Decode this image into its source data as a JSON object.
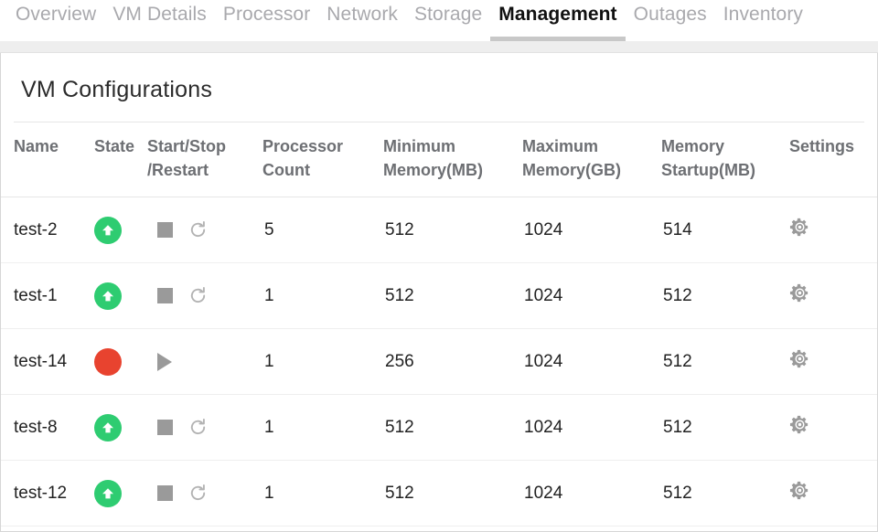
{
  "tabs": [
    {
      "label": "Overview",
      "active": false
    },
    {
      "label": "VM Details",
      "active": false
    },
    {
      "label": "Processor",
      "active": false
    },
    {
      "label": "Network",
      "active": false
    },
    {
      "label": "Storage",
      "active": false
    },
    {
      "label": "Management",
      "active": true
    },
    {
      "label": "Outages",
      "active": false
    },
    {
      "label": "Inventory",
      "active": false
    }
  ],
  "card": {
    "title": "VM Configurations"
  },
  "table": {
    "headers": {
      "name": "Name",
      "state": "State",
      "actions_line1": "Start/Stop",
      "actions_line2": "/Restart",
      "processor_line1": "Processor",
      "processor_line2": "Count",
      "min_memory_line1": "Minimum",
      "min_memory_line2": "Memory(MB)",
      "max_memory_line1": "Maximum",
      "max_memory_line2": "Memory(GB)",
      "startup_memory_line1": "Memory",
      "startup_memory_line2": "Startup(MB)",
      "settings": "Settings"
    },
    "rows": [
      {
        "name": "test-2",
        "state": "running",
        "state_icon": "arrow-up-circle-green-icon",
        "actions": [
          "stop-square-icon",
          "restart-icon"
        ],
        "processor_count": "5",
        "minimum_memory_mb": "512",
        "maximum_memory_gb": "1024",
        "memory_startup_mb": "514",
        "settings_icon": "gear-icon"
      },
      {
        "name": "test-1",
        "state": "running",
        "state_icon": "arrow-up-circle-green-icon",
        "actions": [
          "stop-square-icon",
          "restart-icon"
        ],
        "processor_count": "1",
        "minimum_memory_mb": "512",
        "maximum_memory_gb": "1024",
        "memory_startup_mb": "512",
        "settings_icon": "gear-icon"
      },
      {
        "name": "test-14",
        "state": "stopped",
        "state_icon": "arrow-down-circle-red-icon",
        "actions": [
          "play-icon"
        ],
        "processor_count": "1",
        "minimum_memory_mb": "256",
        "maximum_memory_gb": "1024",
        "memory_startup_mb": "512",
        "settings_icon": "gear-icon"
      },
      {
        "name": "test-8",
        "state": "running",
        "state_icon": "arrow-up-circle-green-icon",
        "actions": [
          "stop-square-icon",
          "restart-icon"
        ],
        "processor_count": "1",
        "minimum_memory_mb": "512",
        "maximum_memory_gb": "1024",
        "memory_startup_mb": "512",
        "settings_icon": "gear-icon"
      },
      {
        "name": "test-12",
        "state": "running",
        "state_icon": "arrow-up-circle-green-icon",
        "actions": [
          "stop-square-icon",
          "restart-icon"
        ],
        "processor_count": "1",
        "minimum_memory_mb": "512",
        "maximum_memory_gb": "1024",
        "memory_startup_mb": "512",
        "settings_icon": "gear-icon"
      }
    ]
  },
  "colors": {
    "running": "#2ecc71",
    "stopped": "#e8432f",
    "icon_gray": "#9a9a9a",
    "header_text": "#6d6f73",
    "tab_inactive": "#a9a9ad",
    "tab_active": "#111111",
    "tab_underline": "#c8c8c8"
  }
}
